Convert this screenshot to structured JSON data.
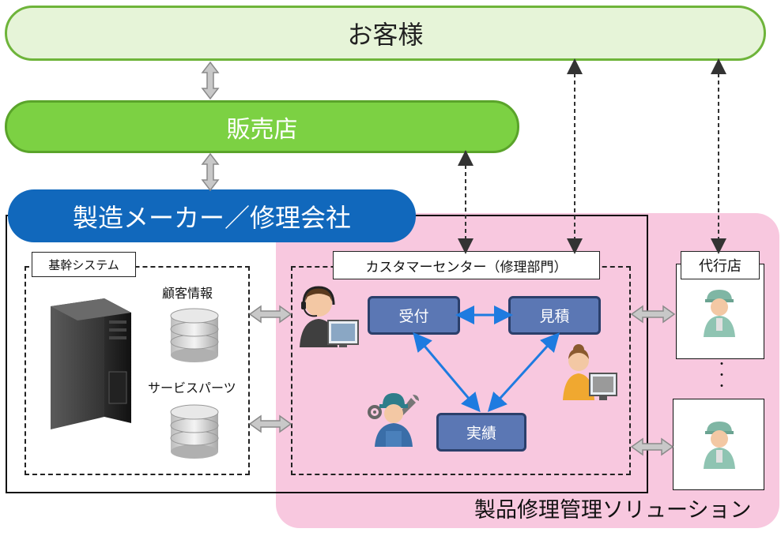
{
  "customer": {
    "label": "お客様"
  },
  "dealer": {
    "label": "販売店"
  },
  "maker": {
    "label": "製造メーカー／修理会社"
  },
  "core_system": {
    "label": "基幹システム",
    "db_customer": "顧客情報",
    "db_parts": "サービスパーツ"
  },
  "call_center": {
    "label": "カスタマーセンター（修理部門）",
    "nodes": {
      "reception": "受付",
      "estimate": "見積",
      "result": "実績"
    }
  },
  "agent_store": {
    "label": "代行店",
    "ellipsis": "・\n・\n・"
  },
  "solution": {
    "label": "製品修理管理ソリューション"
  },
  "colors": {
    "customer_fill": "#e6f4d8",
    "dealer_fill": "#7cd143",
    "maker_fill": "#1168bc",
    "solution_fill": "#f8c8df",
    "node_fill": "#5b77b4",
    "flow_arrow": "#1e7be0"
  }
}
